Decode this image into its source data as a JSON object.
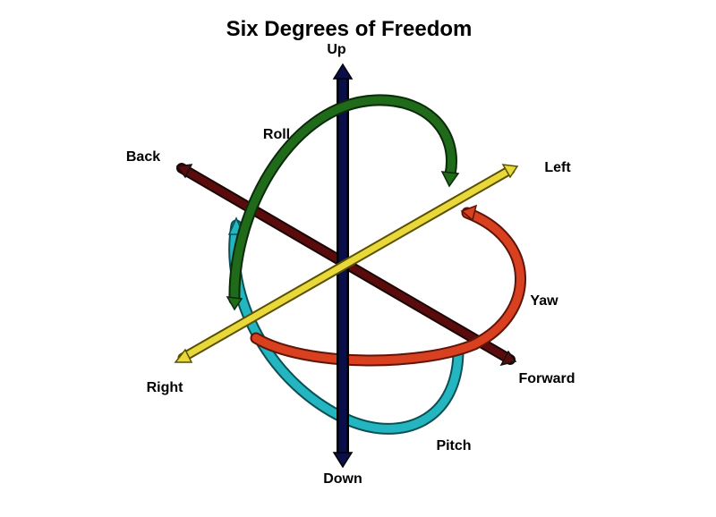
{
  "title": "Six Degrees of Freedom",
  "axes": {
    "vertical": {
      "start_label": "Up",
      "end_label": "Down",
      "color": "#0a0f4a"
    },
    "longitudinal": {
      "start_label": "Back",
      "end_label": "Forward",
      "color": "#5a0c0c"
    },
    "lateral": {
      "start_label": "Left",
      "end_label": "Right",
      "color": "#e8d83a"
    }
  },
  "rotations": {
    "roll": {
      "label": "Roll",
      "color": "#1f6b1a"
    },
    "yaw": {
      "label": "Yaw",
      "color": "#d8401f"
    },
    "pitch": {
      "label": "Pitch",
      "color": "#23b6c0"
    }
  }
}
